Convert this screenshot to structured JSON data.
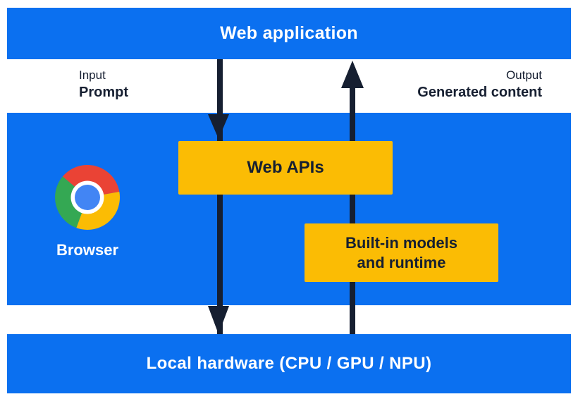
{
  "colors": {
    "layer_blue": "#0B70F0",
    "component_yellow": "#FBBC04",
    "arrow_navy": "#161F31",
    "text_on_blue": "#FFFFFF",
    "chrome_red": "#EA4335",
    "chrome_green": "#34A853",
    "chrome_yellow": "#FBBC04",
    "chrome_blue": "#4285F4"
  },
  "layers": {
    "web_application": {
      "label": "Web application"
    },
    "browser": {
      "label": "Browser",
      "icon": "chrome-browser-icon",
      "components": {
        "web_apis": {
          "label": "Web APIs"
        },
        "builtin_models": {
          "label": "Built-in models\nand runtime"
        }
      }
    },
    "local_hardware": {
      "label": "Local hardware (CPU / GPU / NPU)"
    }
  },
  "flows": {
    "input": {
      "caption": "Input",
      "label": "Prompt",
      "direction": "down"
    },
    "output": {
      "caption": "Output",
      "label": "Generated content",
      "direction": "up"
    }
  }
}
